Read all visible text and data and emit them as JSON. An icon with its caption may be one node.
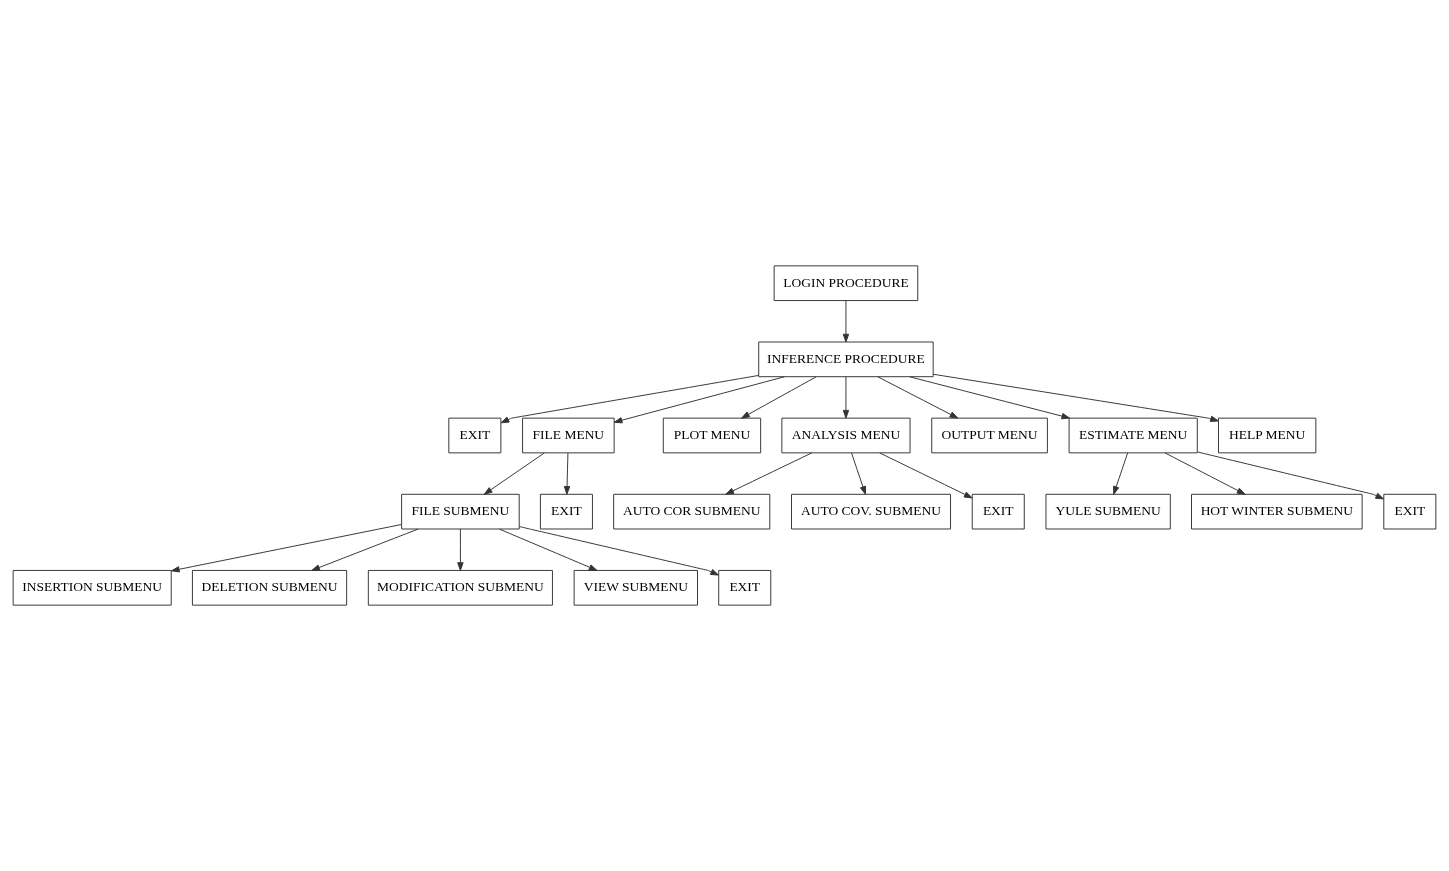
{
  "diagram": {
    "nodes": [
      {
        "text": [
          "LOGIN PROCEDURE"
        ]
      },
      {
        "text": [
          "INFERENCE PROCEDURE"
        ]
      },
      {
        "text": [
          "EXIT"
        ]
      },
      {
        "text": [
          "FILE MENU"
        ]
      },
      {
        "text": [
          "PLOT MENU"
        ]
      },
      {
        "text": [
          "ANALYSIS MENU"
        ]
      },
      {
        "text": [
          "OUTPUT MENU"
        ]
      },
      {
        "text": [
          "ESTIMATE MENU"
        ]
      },
      {
        "text": [
          "HELP MENU"
        ]
      },
      {
        "text": [
          "FILE SUBMENU"
        ]
      },
      {
        "text": [
          "EXIT"
        ]
      },
      {
        "text": [
          "AUTO COR SUBMENU"
        ]
      },
      {
        "text": [
          "AUTO COV. SUBMENU"
        ]
      },
      {
        "text": [
          "EXIT"
        ]
      },
      {
        "text": [
          "YULE SUBMENU"
        ]
      },
      {
        "text": [
          "HOT WINTER SUBMENU"
        ]
      },
      {
        "text": [
          "EXIT"
        ]
      },
      {
        "text": [
          "INSERTION SUBMENU"
        ]
      },
      {
        "text": [
          "DELETION SUBMENU"
        ]
      },
      {
        "text": [
          "MODIFICATION SUBMENU"
        ]
      },
      {
        "text": [
          "VIEW SUBMENU"
        ]
      },
      {
        "text": [
          "EXIT"
        ]
      }
    ],
    "edges": [
      {
        "from": 0,
        "to": 1,
        "arrow": "to"
      },
      {
        "from": 1,
        "to": 2,
        "arrow": "to"
      },
      {
        "from": 1,
        "to": 3,
        "arrow": "to"
      },
      {
        "from": 1,
        "to": 4,
        "arrow": "to"
      },
      {
        "from": 1,
        "to": 5,
        "arrow": "to"
      },
      {
        "from": 1,
        "to": 6,
        "arrow": "to"
      },
      {
        "from": 1,
        "to": 7,
        "arrow": "to"
      },
      {
        "from": 1,
        "to": 8,
        "arrow": "to"
      },
      {
        "from": 3,
        "to": 9,
        "arrow": "to"
      },
      {
        "from": 3,
        "to": 10,
        "arrow": "to"
      },
      {
        "from": 5,
        "to": 11,
        "arrow": "to"
      },
      {
        "from": 5,
        "to": 12,
        "arrow": "to"
      },
      {
        "from": 5,
        "to": 13,
        "arrow": "to"
      },
      {
        "from": 7,
        "to": 14,
        "arrow": "to"
      },
      {
        "from": 7,
        "to": 15,
        "arrow": "to"
      },
      {
        "from": 7,
        "to": 16,
        "arrow": "to"
      },
      {
        "from": 9,
        "to": 17,
        "arrow": "to"
      },
      {
        "from": 9,
        "to": 18,
        "arrow": "to"
      },
      {
        "from": 9,
        "to": 19,
        "arrow": "to"
      },
      {
        "from": 9,
        "to": 20,
        "arrow": "to"
      },
      {
        "from": 9,
        "to": 21,
        "arrow": "to"
      }
    ]
  }
}
